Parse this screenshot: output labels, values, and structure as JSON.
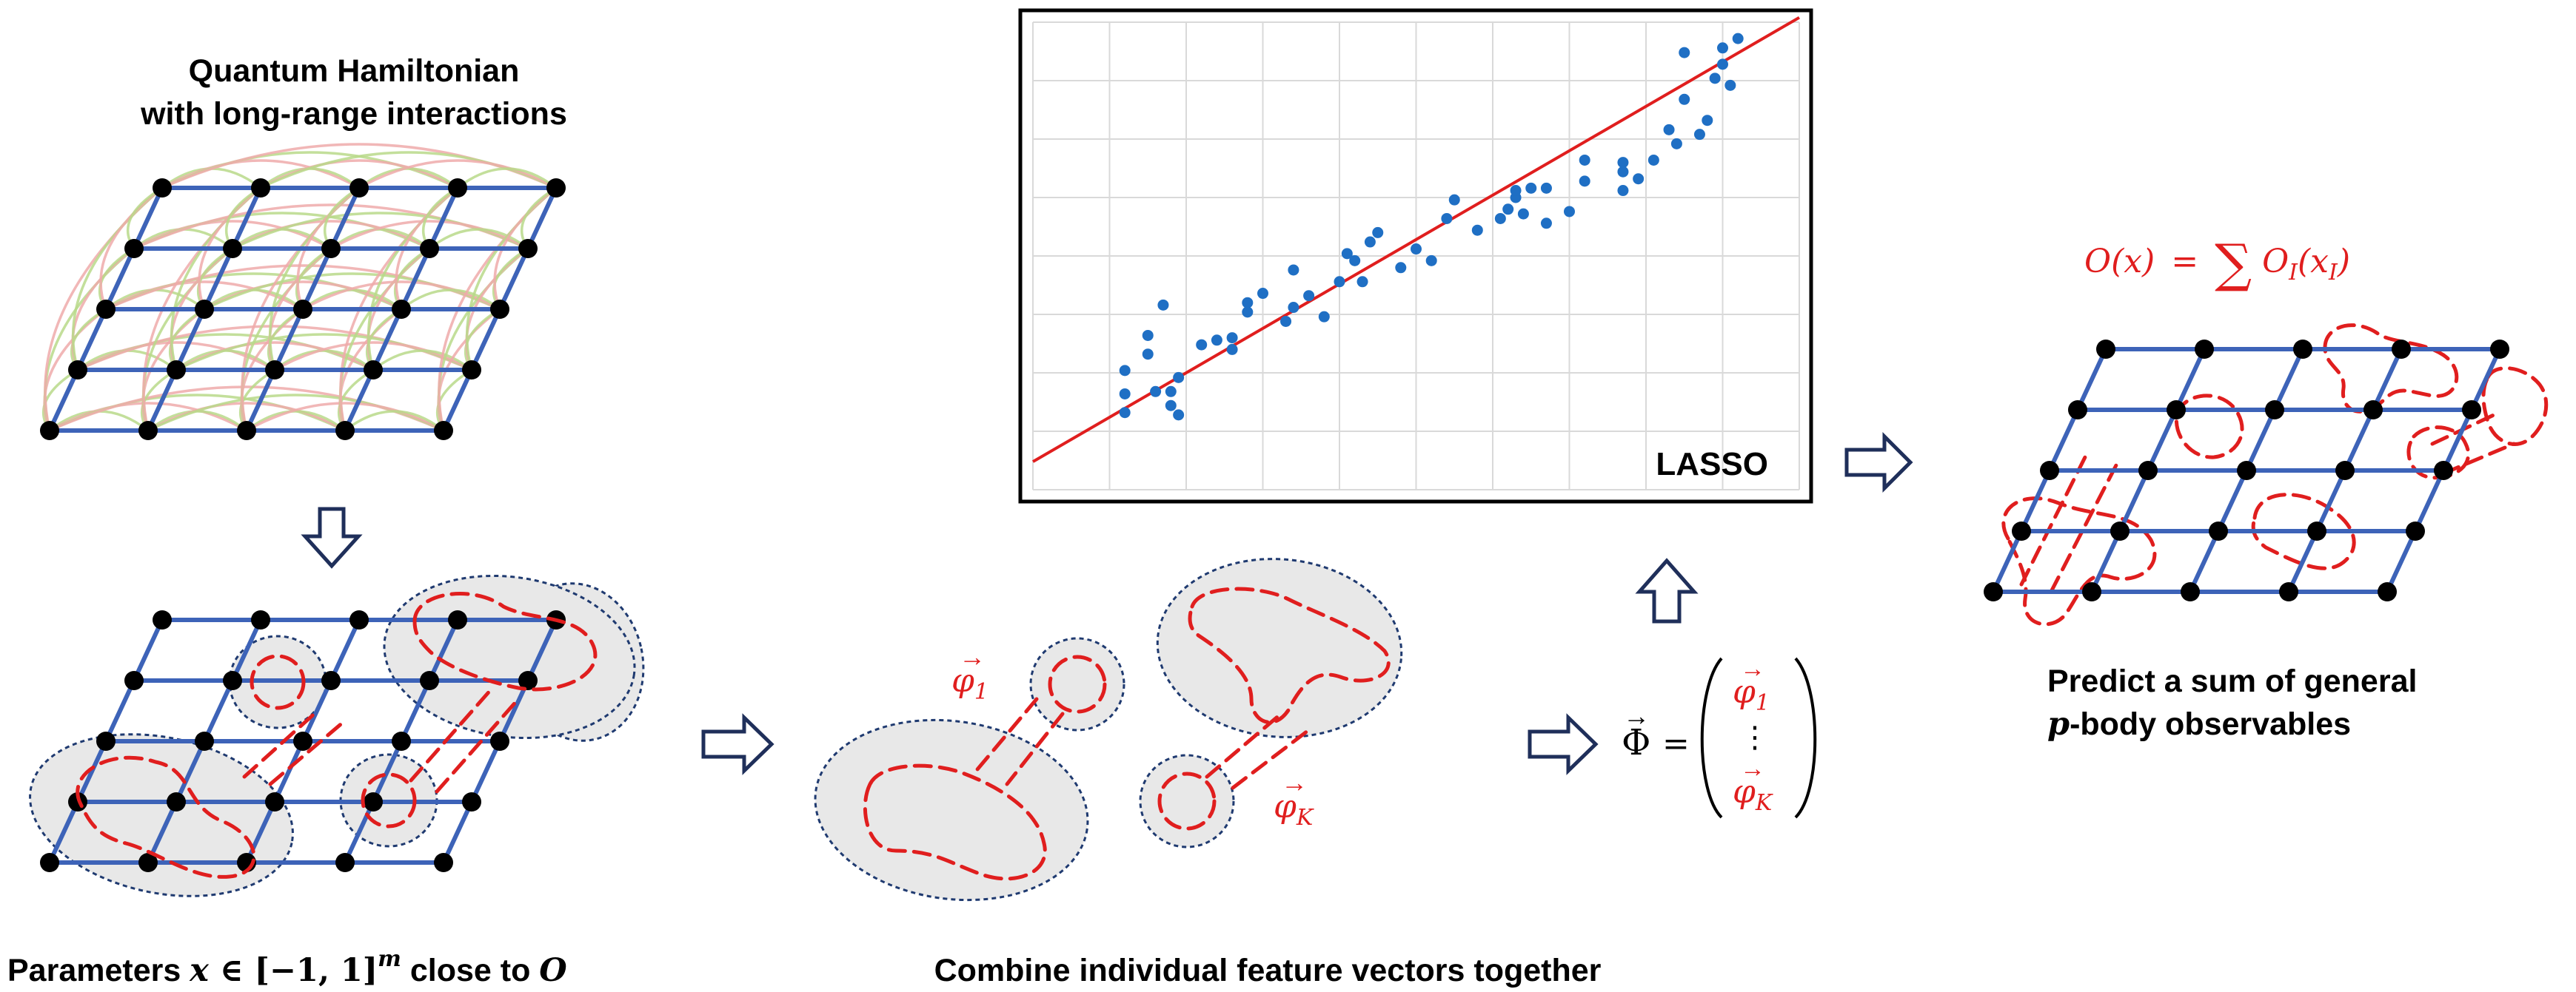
{
  "panel_hamiltonian": {
    "title_line1": "Quantum Hamiltonian",
    "title_line2": "with long-range interactions"
  },
  "panel_parameters": {
    "caption_prefix": "Parameters ",
    "caption_x": "x",
    "caption_in": " ∈ [−1, 1]",
    "caption_sup": "m",
    "caption_mid": " close to ",
    "caption_O": "O"
  },
  "panel_features": {
    "label_phi1": "φ",
    "label_phi1_sub": "1",
    "label_phiK": "φ",
    "label_phiK_sub": "K",
    "caption": "Combine individual feature vectors together"
  },
  "feature_vector": {
    "lhs": "Φ",
    "equals": "=",
    "entry_first": "φ",
    "entry_first_sub": "1",
    "entry_dots": "⋮",
    "entry_last": "φ",
    "entry_last_sub": "K"
  },
  "panel_lasso": {
    "label": "LASSO"
  },
  "panel_predict": {
    "formula_lhs": "O(x)",
    "formula_eq": "=",
    "formula_sum": "∑",
    "formula_term": "O",
    "formula_term_sub": "I",
    "formula_arg": "(x",
    "formula_arg_sub": "I",
    "formula_close": ")",
    "caption_line1": "Predict a sum of general",
    "caption_line2_p": "p",
    "caption_line2_rest": "-body observables"
  },
  "colors": {
    "lattice": "#3d63b8",
    "node": "#000000",
    "accent_red": "#e01e1e",
    "arc_pink": "#eeaaaa",
    "arc_green": "#b9d98a",
    "ellipse_fill": "#e8e8e8",
    "ellipse_border": "#1f3a70",
    "scatter_point": "#1f6fc4",
    "arrow_outline": "#1f2f5a"
  },
  "chart_data": {
    "type": "scatter",
    "title": "",
    "xlabel": "",
    "ylabel": "",
    "xlim": [
      0,
      20
    ],
    "ylim": [
      0,
      20
    ],
    "grid": true,
    "annotation": "LASSO",
    "points": [
      [
        2.4,
        4.1
      ],
      [
        2.4,
        3.3
      ],
      [
        2.4,
        5.1
      ],
      [
        3.2,
        4.2
      ],
      [
        3.6,
        4.2
      ],
      [
        3.6,
        3.6
      ],
      [
        3.8,
        3.2
      ],
      [
        3.8,
        4.8
      ],
      [
        3.4,
        7.9
      ],
      [
        3.0,
        6.6
      ],
      [
        3.0,
        5.8
      ],
      [
        4.4,
        6.2
      ],
      [
        4.8,
        6.4
      ],
      [
        5.2,
        6.0
      ],
      [
        5.2,
        6.5
      ],
      [
        5.6,
        7.6
      ],
      [
        5.6,
        8.0
      ],
      [
        6.0,
        8.4
      ],
      [
        6.6,
        7.2
      ],
      [
        6.8,
        9.4
      ],
      [
        6.8,
        7.8
      ],
      [
        7.2,
        8.3
      ],
      [
        7.6,
        7.4
      ],
      [
        8.0,
        8.9
      ],
      [
        8.2,
        10.1
      ],
      [
        8.4,
        9.8
      ],
      [
        8.8,
        10.6
      ],
      [
        8.6,
        8.9
      ],
      [
        9.0,
        11.0
      ],
      [
        9.6,
        9.5
      ],
      [
        10.0,
        10.3
      ],
      [
        10.4,
        9.8
      ],
      [
        10.8,
        11.6
      ],
      [
        11.0,
        12.4
      ],
      [
        11.6,
        11.1
      ],
      [
        12.2,
        11.6
      ],
      [
        12.4,
        12.0
      ],
      [
        12.6,
        12.5
      ],
      [
        12.6,
        12.8
      ],
      [
        12.8,
        11.8
      ],
      [
        13.0,
        12.9
      ],
      [
        13.4,
        12.9
      ],
      [
        13.4,
        11.4
      ],
      [
        14.0,
        11.9
      ],
      [
        14.4,
        13.2
      ],
      [
        14.4,
        14.1
      ],
      [
        15.4,
        14.0
      ],
      [
        15.4,
        12.8
      ],
      [
        15.4,
        13.6
      ],
      [
        15.8,
        13.3
      ],
      [
        16.2,
        14.1
      ],
      [
        16.6,
        15.4
      ],
      [
        16.8,
        14.8
      ],
      [
        17.0,
        18.7
      ],
      [
        17.0,
        16.7
      ],
      [
        17.4,
        15.2
      ],
      [
        17.6,
        15.8
      ],
      [
        17.8,
        17.6
      ],
      [
        18.0,
        18.2
      ],
      [
        18.0,
        18.9
      ],
      [
        18.2,
        17.3
      ],
      [
        18.4,
        19.3
      ]
    ],
    "fit_line": [
      [
        0,
        1.2
      ],
      [
        20,
        20.2
      ]
    ]
  }
}
